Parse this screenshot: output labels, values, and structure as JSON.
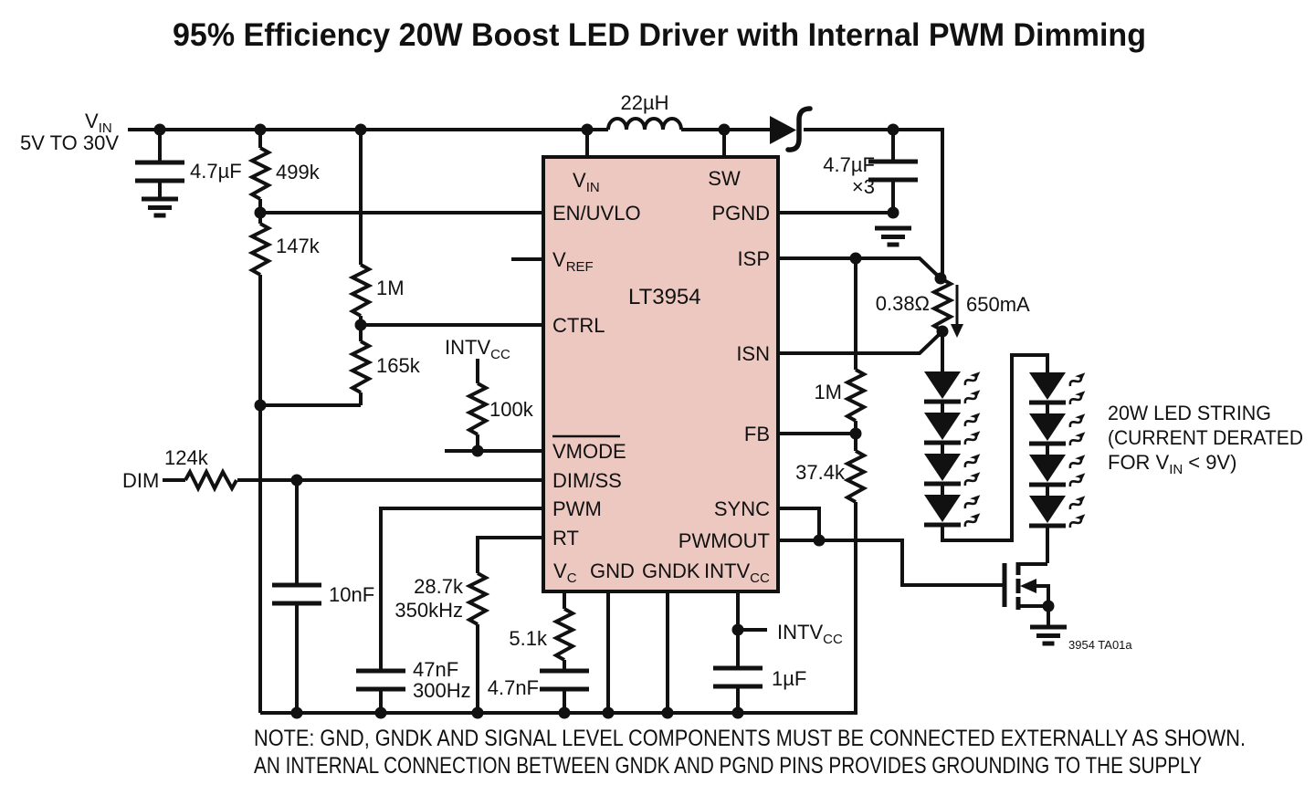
{
  "title": "95% Efficiency 20W Boost LED Driver with Internal PWM Dimming",
  "colors": {
    "ic_fill": "#ecc8c1",
    "line": "#111111"
  },
  "input": {
    "vin_main": "V",
    "vin_sub": "IN",
    "range": "5V TO 30V",
    "cap": "4.7µF"
  },
  "ic": {
    "name": "LT3954",
    "pins": {
      "vin_main": "V",
      "vin_sub": "IN",
      "en_uvlo": "EN/UVLO",
      "vref_main": "V",
      "vref_sub": "REF",
      "ctrl": "CTRL",
      "vmode": "VMODE",
      "dim_ss": "DIM/SS",
      "pwm": "PWM",
      "rt": "RT",
      "vc_main": "V",
      "vc_sub": "C",
      "gnd": "GND",
      "gndk": "GNDK",
      "intvcc_main": "INTV",
      "intvcc_sub": "CC",
      "sw": "SW",
      "pgnd": "PGND",
      "isp": "ISP",
      "isn": "ISN",
      "fb": "FB",
      "sync": "SYNC",
      "pwmout": "PWMOUT"
    }
  },
  "components": {
    "r_uvlo_top": "499k",
    "r_uvlo_bot": "147k",
    "r_ctrl_top": "1M",
    "r_ctrl_bot": "165k",
    "vmode_rail_main": "INTV",
    "vmode_rail_sub": "CC",
    "r_vmode_pullup": "100k",
    "dim_label": "DIM",
    "r_dim": "124k",
    "c_dim": "10nF",
    "r_rt": "28.7k",
    "r_rt_freq": "350kHz",
    "c_pwm": "47nF",
    "c_pwm_freq": "300Hz",
    "r_vc": "5.1k",
    "c_vc": "4.7nF",
    "c_intvcc": "1µF",
    "intvcc_rail_main": "INTV",
    "intvcc_rail_sub": "CC",
    "inductor": "22µH",
    "c_out": "4.7µF",
    "c_out_mult": "×3",
    "r_sense": "0.38Ω",
    "led_current": "650mA",
    "r_fb_top": "1M",
    "r_fb_bot": "37.4k"
  },
  "led_note": {
    "line1": "20W LED STRING",
    "line2": "(CURRENT DERATED",
    "line3_pre": "FOR V",
    "line3_sub": "IN",
    "line3_post": "< 9V)"
  },
  "note": {
    "line1": "NOTE: GND, GNDK AND SIGNAL LEVEL COMPONENTS MUST BE CONNECTED EXTERNALLY AS SHOWN.",
    "line2": "AN INTERNAL CONNECTION BETWEEN GNDK AND PGND PINS PROVIDES GROUNDING TO THE SUPPLY"
  },
  "tag": "3954 TA01a"
}
